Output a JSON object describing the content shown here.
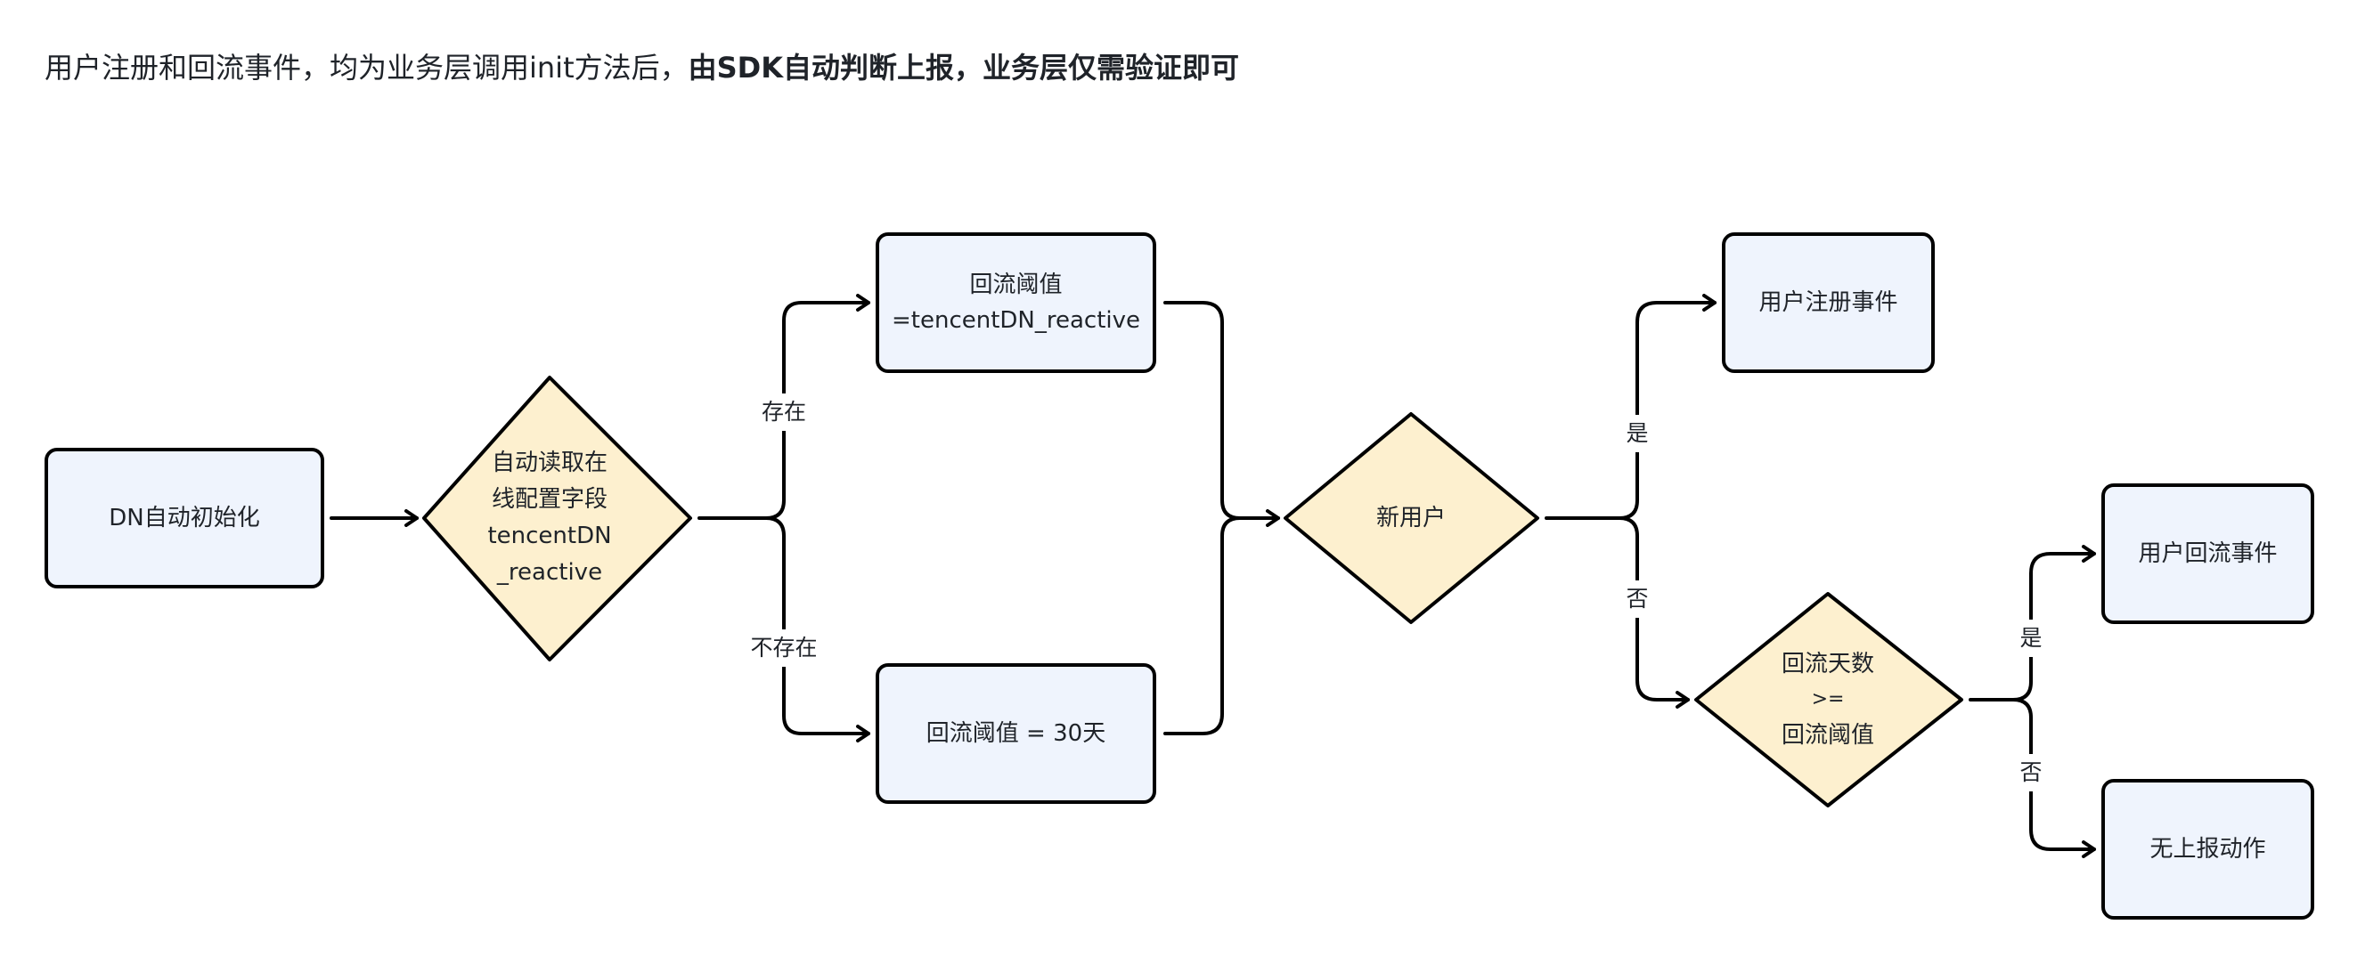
{
  "header": {
    "title_normal": "用户注册和回流事件，均为业务层调用init方法后，",
    "title_bold": "由SDK自动判断上报，业务层仅需验证即可"
  },
  "colors": {
    "process_fill": "#eff4fd",
    "decision_fill": "#fdf0cf",
    "stroke": "#000000",
    "text": "#1f2329"
  },
  "nodes": {
    "init": {
      "type": "process",
      "lines": [
        "DN自动初始化"
      ]
    },
    "read_config": {
      "type": "decision",
      "lines": [
        "自动读取在",
        "线配置字段",
        "tencentDN",
        "_reactive"
      ]
    },
    "threshold_config": {
      "type": "process",
      "lines": [
        "回流阈值",
        "=tencentDN_reactive"
      ]
    },
    "threshold_default": {
      "type": "process",
      "lines": [
        "回流阈值 = 30天"
      ]
    },
    "new_user": {
      "type": "decision",
      "lines": [
        "新用户"
      ]
    },
    "register_event": {
      "type": "process",
      "lines": [
        "用户注册事件"
      ]
    },
    "reactive_check": {
      "type": "decision",
      "lines": [
        "回流天数",
        ">=",
        "回流阈值"
      ]
    },
    "reactive_event": {
      "type": "process",
      "lines": [
        "用户回流事件"
      ]
    },
    "no_report": {
      "type": "process",
      "lines": [
        "无上报动作"
      ]
    }
  },
  "edges": [
    {
      "from": "init",
      "to": "read_config",
      "label": ""
    },
    {
      "from": "read_config",
      "to": "threshold_config",
      "label": "存在"
    },
    {
      "from": "read_config",
      "to": "threshold_default",
      "label": "不存在"
    },
    {
      "from": "threshold_config",
      "to": "new_user",
      "label": ""
    },
    {
      "from": "threshold_default",
      "to": "new_user",
      "label": ""
    },
    {
      "from": "new_user",
      "to": "register_event",
      "label": "是"
    },
    {
      "from": "new_user",
      "to": "reactive_check",
      "label": "否"
    },
    {
      "from": "reactive_check",
      "to": "reactive_event",
      "label": "是"
    },
    {
      "from": "reactive_check",
      "to": "no_report",
      "label": "否"
    }
  ]
}
